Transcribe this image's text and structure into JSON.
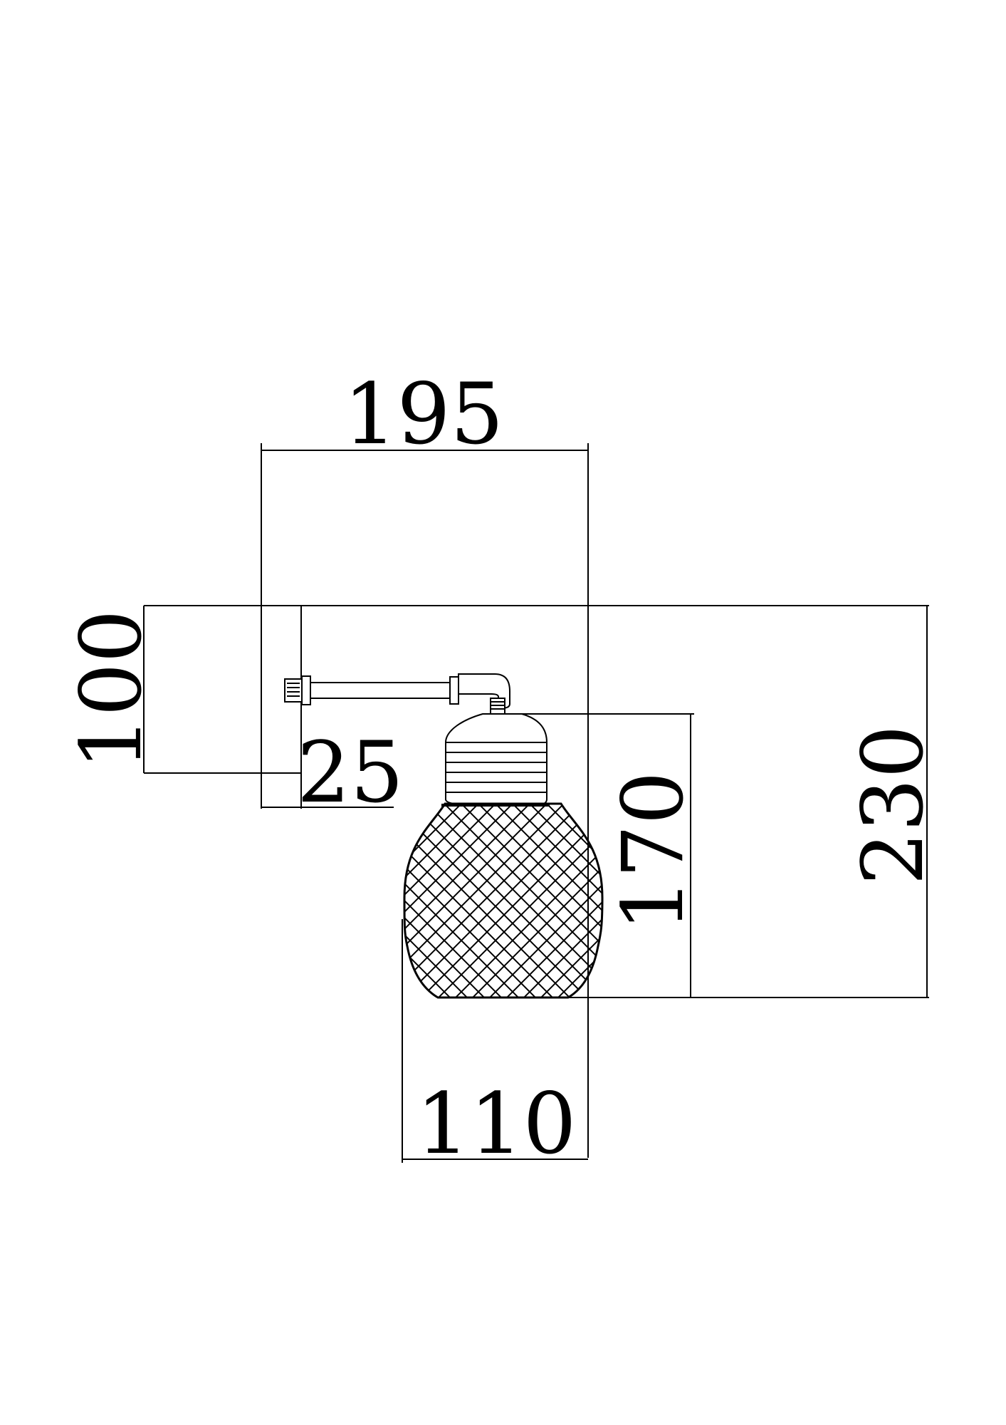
{
  "dimensions": {
    "overall_width": "195",
    "overall_height": "230",
    "shade_height": "170",
    "shade_width": "110",
    "bracket_offset": "100",
    "wall_plate_depth": "25"
  },
  "colors": {
    "line": "#000000",
    "background": "#ffffff"
  }
}
